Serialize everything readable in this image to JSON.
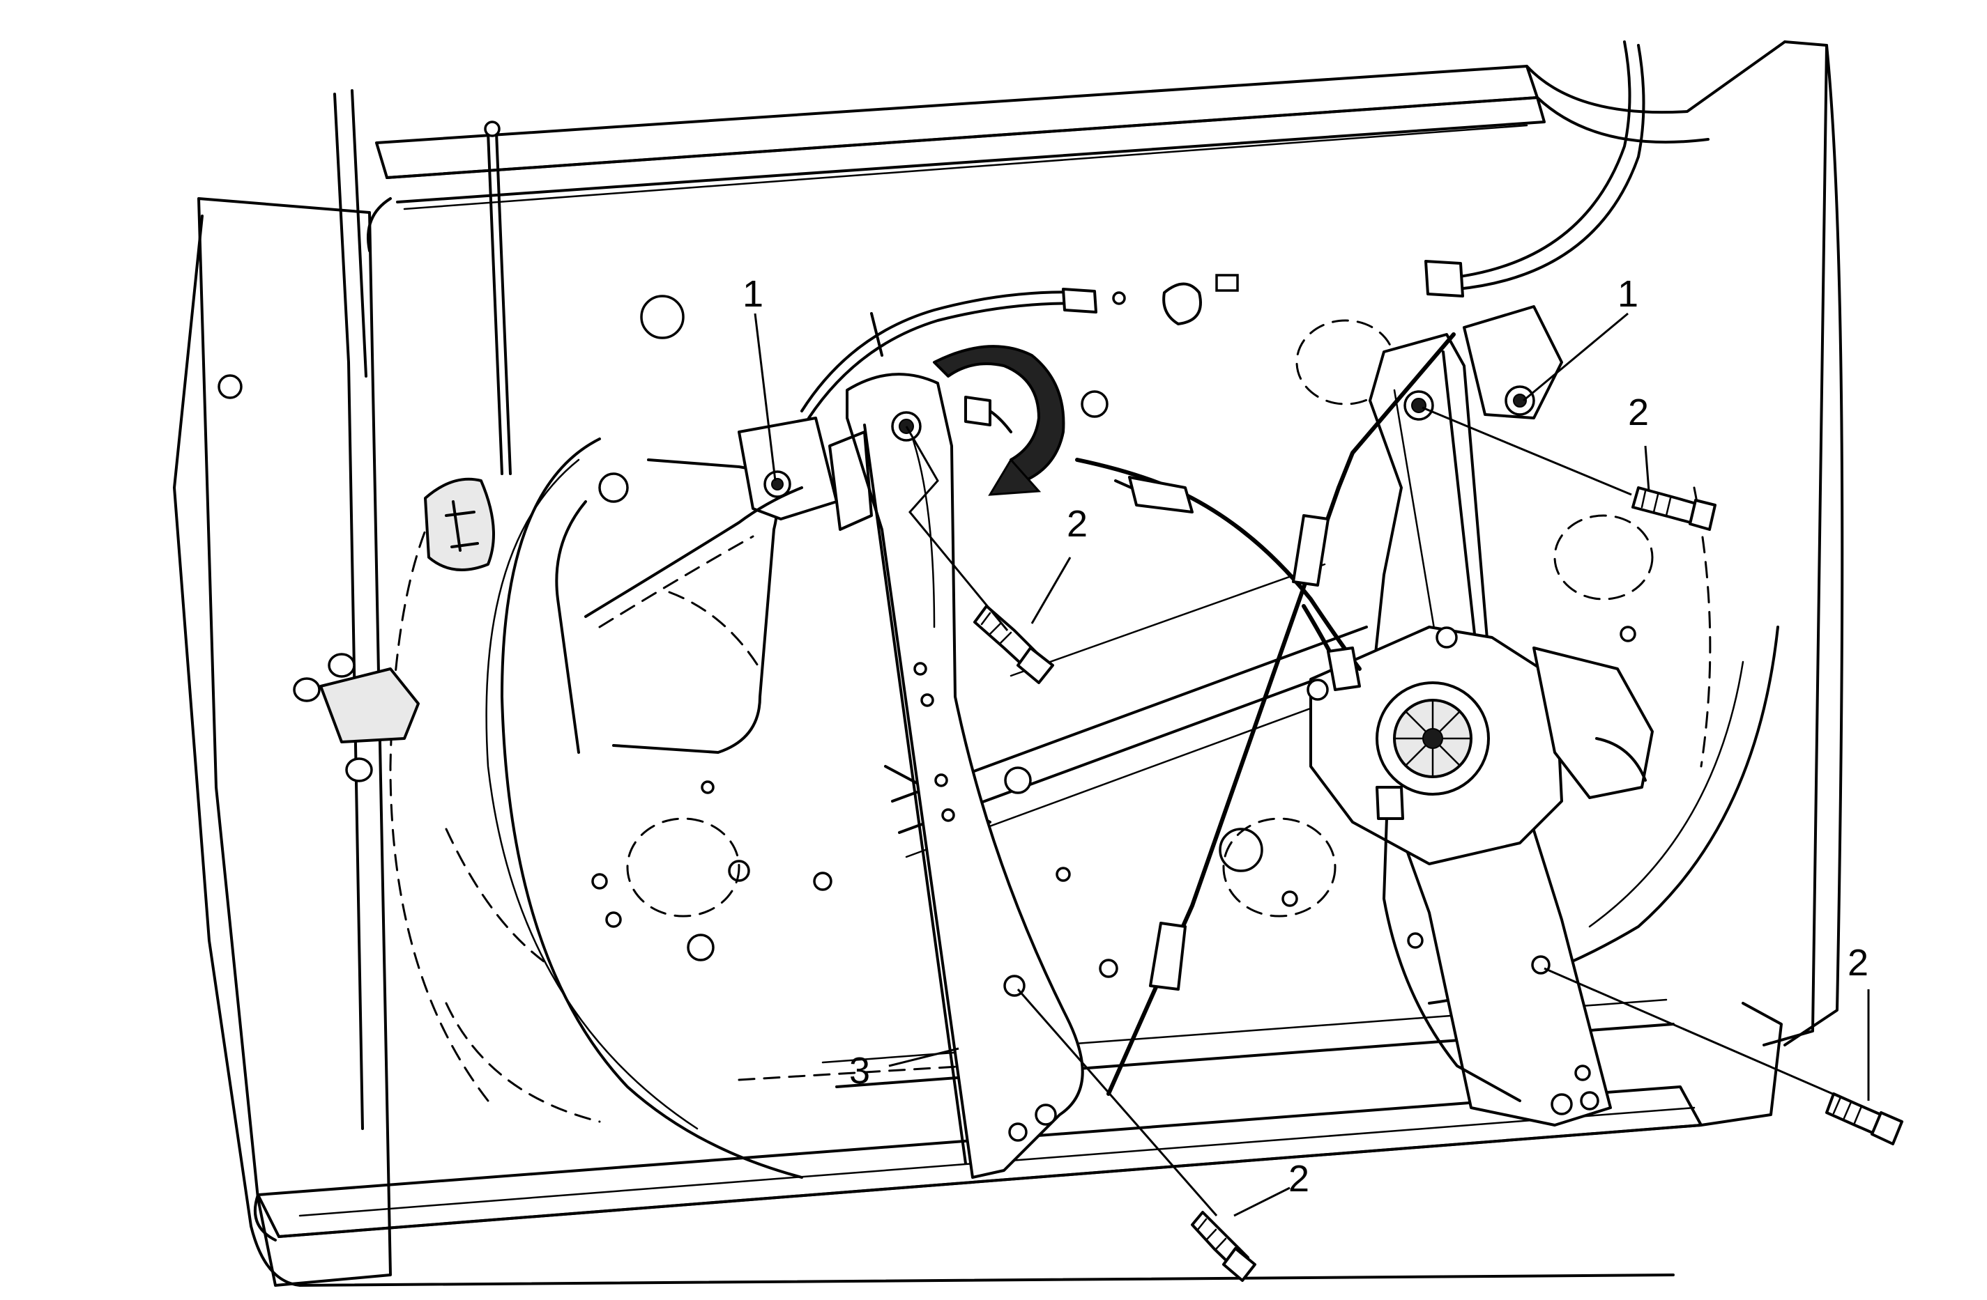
{
  "callouts": [
    {
      "id": "c1a",
      "text": "1"
    },
    {
      "id": "c1b",
      "text": "1"
    },
    {
      "id": "c2a",
      "text": "2"
    },
    {
      "id": "c2b",
      "text": "2"
    },
    {
      "id": "c2c",
      "text": "2"
    },
    {
      "id": "c2d",
      "text": "2"
    },
    {
      "id": "c3",
      "text": "3"
    }
  ],
  "parts": {
    "door_frame": "door-inner-panel",
    "left_rail": "window-regulator-rail",
    "right_rail": "window-regulator-rail",
    "motor": "window-regulator-motor",
    "cable": "regulator-cable",
    "rotation_arrow": "rotation-arrow-icon"
  }
}
